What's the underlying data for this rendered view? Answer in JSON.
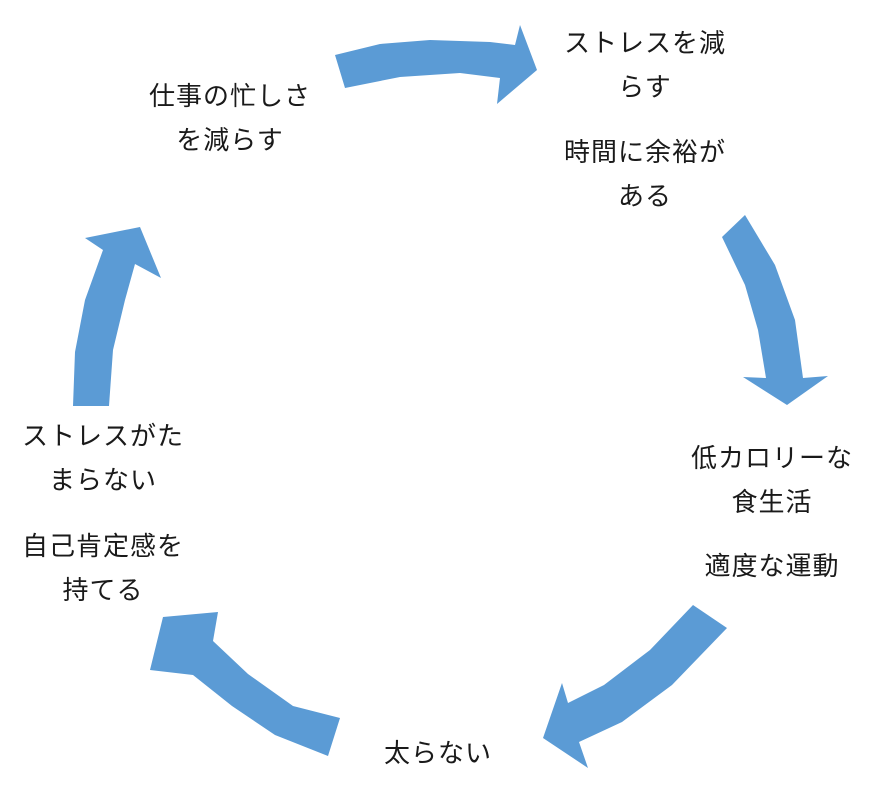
{
  "diagram": {
    "arrow_color": "#5b9bd5",
    "text_color": "#1a1a1a",
    "background": "#ffffff",
    "arrows": [
      {
        "from": "node-top-left",
        "to": "node-top-right"
      },
      {
        "from": "node-top-right",
        "to": "node-right"
      },
      {
        "from": "node-right",
        "to": "node-bottom"
      },
      {
        "from": "node-bottom",
        "to": "node-left"
      },
      {
        "from": "node-left",
        "to": "node-top-left"
      }
    ],
    "nodes": {
      "top_left": "仕事の忙しさ\nを減らす",
      "top_right_a": "ストレスを減\nらす",
      "top_right_b": "時間に余裕が\nある",
      "right_a": "低カロリーな\n食生活",
      "right_b": "適度な運動",
      "bottom": "太らない",
      "left_a": "ストレスがた\nまらない",
      "left_b": "自己肯定感を\n持てる"
    }
  }
}
